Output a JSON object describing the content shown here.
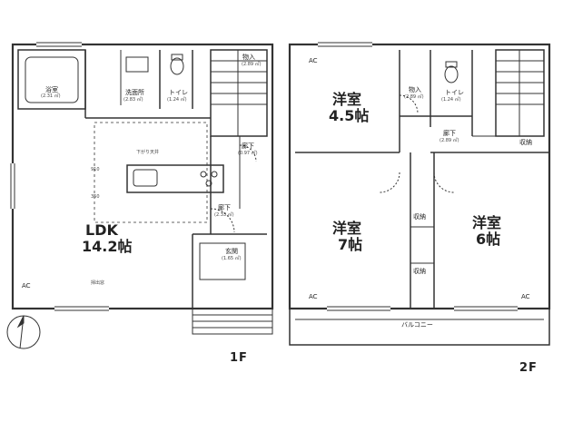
{
  "floor1": {
    "label": "1F",
    "rooms": {
      "ldk": "LDK",
      "ldk_size": "14.2帖",
      "bath": "浴室",
      "bath_area": "(2.31 ㎡)",
      "washroom": "洗面所",
      "washroom_area": "(2.83 ㎡)",
      "toilet": "トイレ",
      "toilet_area": "(1.24 ㎡)",
      "storage": "物入",
      "storage_area": "(2.89 ㎡)",
      "hall1": "廊下",
      "hall1_area": "(0.97 ㎡)",
      "hall2": "廊下",
      "hall2_area": "(2.33 ㎡)",
      "entrance": "玄関",
      "entrance_area": "(1.65 ㎡)",
      "stair_note": "下がり天井",
      "dim_910": "910",
      "dim_350": "350",
      "sash": "掃出窓",
      "ac": "AC"
    }
  },
  "floor2": {
    "label": "2F",
    "rooms": {
      "western1": "洋室",
      "western1_size": "4.5帖",
      "western2": "洋室",
      "western2_size": "7帖",
      "western3": "洋室",
      "western3_size": "6帖",
      "toilet": "トイレ",
      "toilet_area": "(1.24 ㎡)",
      "storage": "物入",
      "storage_area": "(2.89 ㎡)",
      "hall": "廊下",
      "hall_area": "(2.89 ㎡)",
      "closet1": "収納",
      "closet2": "収納",
      "closet3": "収納",
      "balcony": "バルコニー",
      "ac": "AC"
    }
  }
}
